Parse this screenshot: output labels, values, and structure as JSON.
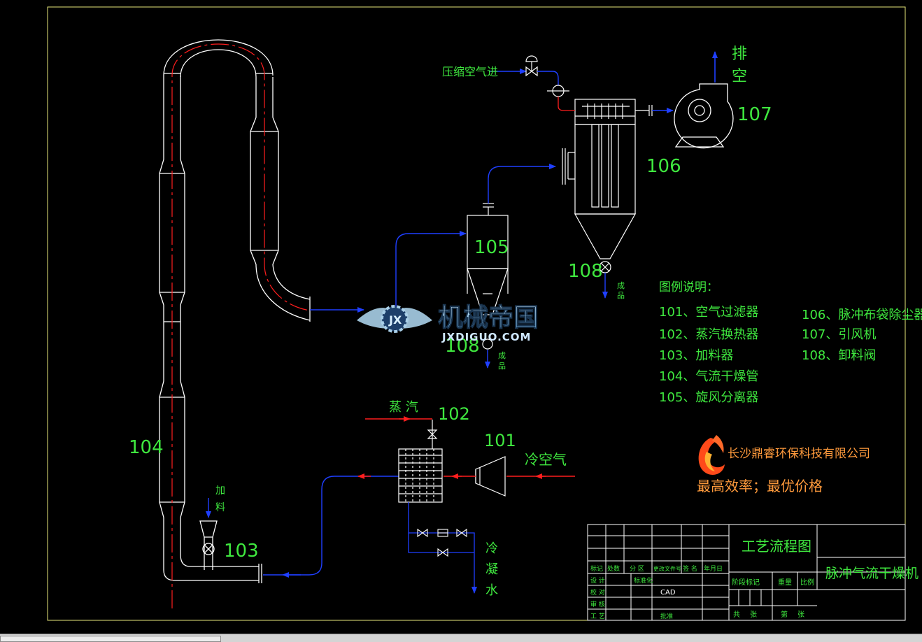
{
  "labels": {
    "compressed_air": "压缩空气进",
    "exhaust_1": "排",
    "exhaust_2": "空",
    "product_1": "成",
    "product_2": "品",
    "steam": "蒸 汽",
    "cold_air": "冷空气",
    "feed_1": "加",
    "feed_2": "料",
    "condensate_1": "冷",
    "condensate_2": "凝",
    "condensate_3": "水"
  },
  "equipment_tags": {
    "t101": "101",
    "t102": "102",
    "t103": "103",
    "t104": "104",
    "t105": "105",
    "t106": "106",
    "t107": "107",
    "t108a": "108",
    "t108b": "108"
  },
  "legend": {
    "title": "图例说明：",
    "col1": [
      "101、空气过滤器",
      "102、蒸汽换热器",
      "103、加料器",
      "104、气流干燥管",
      "105、旋风分离器"
    ],
    "col2": [
      "106、脉冲布袋除尘器",
      "107、引风机",
      "108、卸料阀"
    ]
  },
  "company": {
    "name": "长沙鼎睿环保科技有限公司",
    "slogan": "最高效率；最优价格"
  },
  "watermark": {
    "text": "机械帝国",
    "url": "JXDIGUO.COM"
  },
  "title_block": {
    "drawing_title": "工艺流程图",
    "product_name": "脉冲气流干燥机",
    "header_cells": [
      "标记",
      "处数",
      "分 区",
      "更改文件号",
      "签 名",
      "年月日"
    ],
    "row_labels": [
      "设 计",
      "校 对",
      "审 核",
      "工 艺"
    ],
    "std_label": "标准化",
    "approve_label": "批准",
    "cad_label": "CAD",
    "stage_label": "阶段标记",
    "weight_label": "重量",
    "scale_label": "比例",
    "total_label": "共",
    "sheet_unit": "张",
    "page_label": "第",
    "page_unit": "张"
  },
  "colors": {
    "pipe_blue": "#1f3fff",
    "centerline_red": "#ff1e1e",
    "tag_green": "#3fe83f",
    "line_white": "#ffffff",
    "frame_yellow": "#e6e67a",
    "company_orange": "#ff9a3c"
  }
}
